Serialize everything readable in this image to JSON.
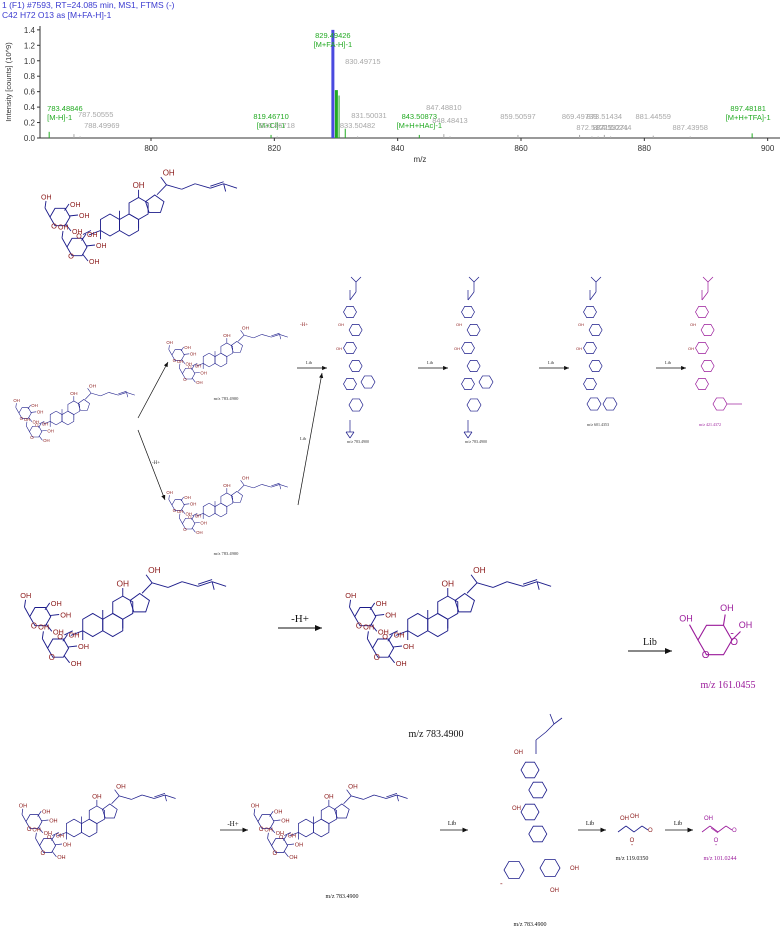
{
  "header": {
    "line1": "1 (F1) #7593, RT=24.085 min, MS1, FTMS (-)",
    "line2": "C42 H72 O13 as [M+FA-H]-1"
  },
  "colors": {
    "header": "#3a3ad0",
    "green": "#22aa22",
    "gray": "#a8a8a8",
    "axis": "#333333",
    "struct": "#1c1c8a",
    "hetero": "#8b1a1a",
    "product": "#9a1a9a"
  },
  "chart_data": {
    "type": "bar",
    "ylabel": "Intensity [counts] (10^9)",
    "xlabel": "m/z",
    "xlim": [
      782,
      902
    ],
    "ylim": [
      0,
      1.45
    ],
    "xticks": [
      "800",
      "820",
      "840",
      "860",
      "880",
      "900"
    ],
    "yticks": [
      "0.0",
      "0.2",
      "0.4",
      "0.6",
      "0.8",
      "1.0",
      "1.2",
      "1.4"
    ],
    "peaks": [
      {
        "mz": 829.49426,
        "intensity": 1.4,
        "label": "829.49426",
        "ion": "[M+FA-H]-1",
        "color": "green"
      },
      {
        "mz": 830.49715,
        "intensity": 0.55,
        "label": "830.49715",
        "ion": "",
        "color": "green"
      },
      {
        "mz": 831.50031,
        "intensity": 0.12,
        "label": "831.50031",
        "ion": "",
        "color": "green"
      },
      {
        "mz": 783.48846,
        "intensity": 0.08,
        "label": "783.48846",
        "ion": "[M-H]-1",
        "color": "green"
      },
      {
        "mz": 819.4671,
        "intensity": 0.04,
        "label": "819.46710",
        "ion": "[M+Cl]-1",
        "color": "green"
      },
      {
        "mz": 843.50873,
        "intensity": 0.04,
        "label": "843.50873",
        "ion": "[M+H+HAc]-1",
        "color": "green"
      },
      {
        "mz": 897.48181,
        "intensity": 0.06,
        "label": "897.48181",
        "ion": "[M+H+TFA]-1",
        "color": "green"
      },
      {
        "mz": 787.50555,
        "intensity": 0.05,
        "label": "787.50555",
        "ion": "",
        "color": "gray"
      },
      {
        "mz": 788.49969,
        "intensity": 0.02,
        "label": "788.49969",
        "ion": "",
        "color": "gray"
      },
      {
        "mz": 820.46718,
        "intensity": 0.02,
        "label": "820.46718",
        "ion": "",
        "color": "gray"
      },
      {
        "mz": 833.50482,
        "intensity": 0.02,
        "label": "833.50482",
        "ion": "",
        "color": "gray"
      },
      {
        "mz": 847.4881,
        "intensity": 0.05,
        "label": "847.48810",
        "ion": "",
        "color": "gray"
      },
      {
        "mz": 848.48413,
        "intensity": 0.02,
        "label": "848.48413",
        "ion": "",
        "color": "gray"
      },
      {
        "mz": 859.50597,
        "intensity": 0.04,
        "label": "859.50597",
        "ion": "",
        "color": "gray"
      },
      {
        "mz": 869.49738,
        "intensity": 0.04,
        "label": "869.49738",
        "ion": "",
        "color": "gray"
      },
      {
        "mz": 872.51221,
        "intensity": 0.02,
        "label": "872.51221",
        "ion": "",
        "color": "gray"
      },
      {
        "mz": 871.50244,
        "intensity": 0.02,
        "label": "871.50244",
        "ion": "",
        "color": "gray"
      },
      {
        "mz": 873.51434,
        "intensity": 0.04,
        "label": "873.51434",
        "ion": "",
        "color": "gray"
      },
      {
        "mz": 874.53271,
        "intensity": 0.02,
        "label": "874.53271",
        "ion": "",
        "color": "gray"
      },
      {
        "mz": 881.44559,
        "intensity": 0.03,
        "label": "881.44559",
        "ion": "",
        "color": "gray"
      },
      {
        "mz": 887.43958,
        "intensity": 0.02,
        "label": "887.43958",
        "ion": "",
        "color": "gray"
      }
    ]
  },
  "scheme": {
    "arrow_lib": "Lib",
    "deprot": "-H+",
    "anion": "-",
    "hydroxyl": "OH",
    "ring_o": "O",
    "mz_parent": "m/z 783.4900",
    "mz_mid": "m/z 601.4353",
    "mz_end": "m/z 421.4372",
    "mz_161": "m/z 161.0455",
    "mz_119": "m/z 119.0350",
    "mz_101": "m/z 101.0244"
  }
}
